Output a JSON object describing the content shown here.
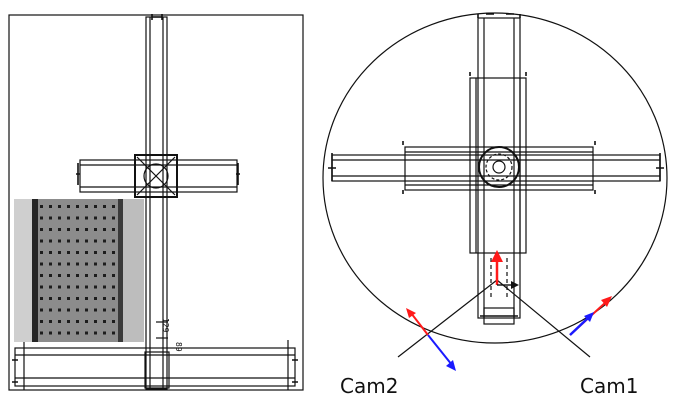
{
  "figure": {
    "left_panel": {
      "dimension_text": "129",
      "dimension_text_2": "89"
    },
    "right_panel": {
      "camera_labels": [
        "Cam2",
        "Cam1"
      ]
    },
    "colors": {
      "line": "#111111",
      "x_axis_arrow": "#1a1aff",
      "y_axis_arrow": "#ff1a1a",
      "photo_bg": "#8c8c8c",
      "photo_dark": "#262626"
    }
  }
}
